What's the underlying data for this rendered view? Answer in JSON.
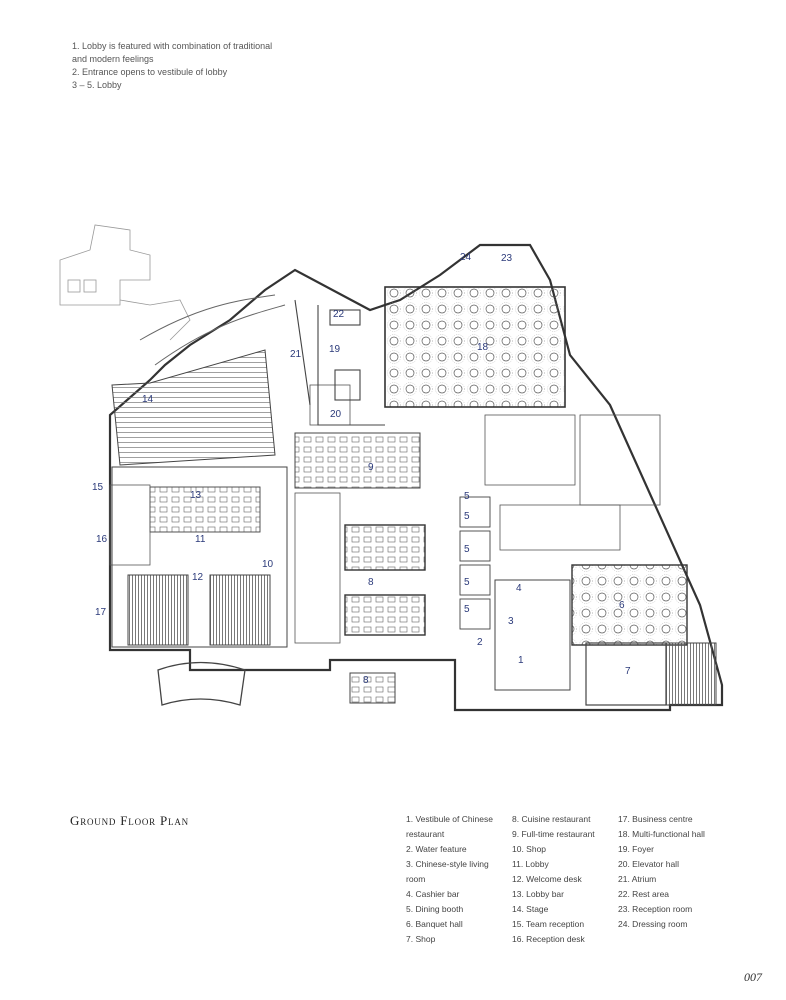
{
  "captions": [
    "1. Lobby is featured with combination of traditional",
    "and modern feelings",
    "2. Entrance opens to vestibule of lobby",
    "3 – 5. Lobby"
  ],
  "plan": {
    "title": "Ground Floor Plan",
    "room_numbers": [
      "1",
      "2",
      "3",
      "4",
      "5",
      "5",
      "5",
      "5",
      "5",
      "6",
      "7",
      "8",
      "8",
      "9",
      "10",
      "11",
      "12",
      "13",
      "14",
      "15",
      "16",
      "17",
      "18",
      "19",
      "20",
      "21",
      "22",
      "23",
      "24"
    ]
  },
  "legend": {
    "col1": [
      "1. Vestibule of Chinese",
      "restaurant",
      "2. Water feature",
      "3. Chinese-style living",
      "room",
      "4. Cashier bar",
      "5. Dining booth",
      "6. Banquet hall",
      "7. Shop"
    ],
    "col2": [
      "8. Cuisine restaurant",
      "9. Full-time restaurant",
      "10. Shop",
      "11. Lobby",
      "12. Welcome desk",
      "13. Lobby bar",
      "14. Stage",
      "15. Team reception",
      "16. Reception desk"
    ],
    "col3": [
      "17. Business centre",
      "18. Multi-functional hall",
      "19. Foyer",
      "20. Elevator hall",
      "21. Atrium",
      "22. Rest area",
      "23. Reception room",
      "24. Dressing room"
    ]
  },
  "page_number": "007",
  "colors": {
    "label_blue": "#2b3a7a",
    "line": "#3a3a3a"
  }
}
